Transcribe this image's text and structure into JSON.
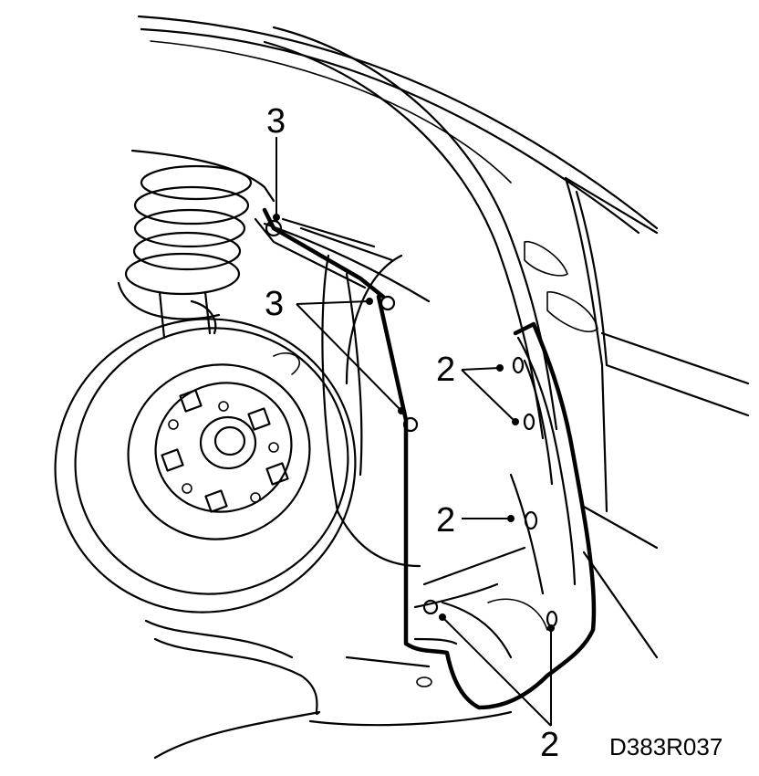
{
  "callouts": {
    "label_3_top": "3",
    "label_3_mid": "3",
    "label_2_upper": "2",
    "label_2_middle": "2",
    "label_2_bottom": "2"
  },
  "figure_reference": "D383R037",
  "icons": {
    "fastener": "clip-icon",
    "screw": "screw-icon"
  },
  "colors": {
    "ink": "#000000",
    "paper": "#ffffff"
  }
}
